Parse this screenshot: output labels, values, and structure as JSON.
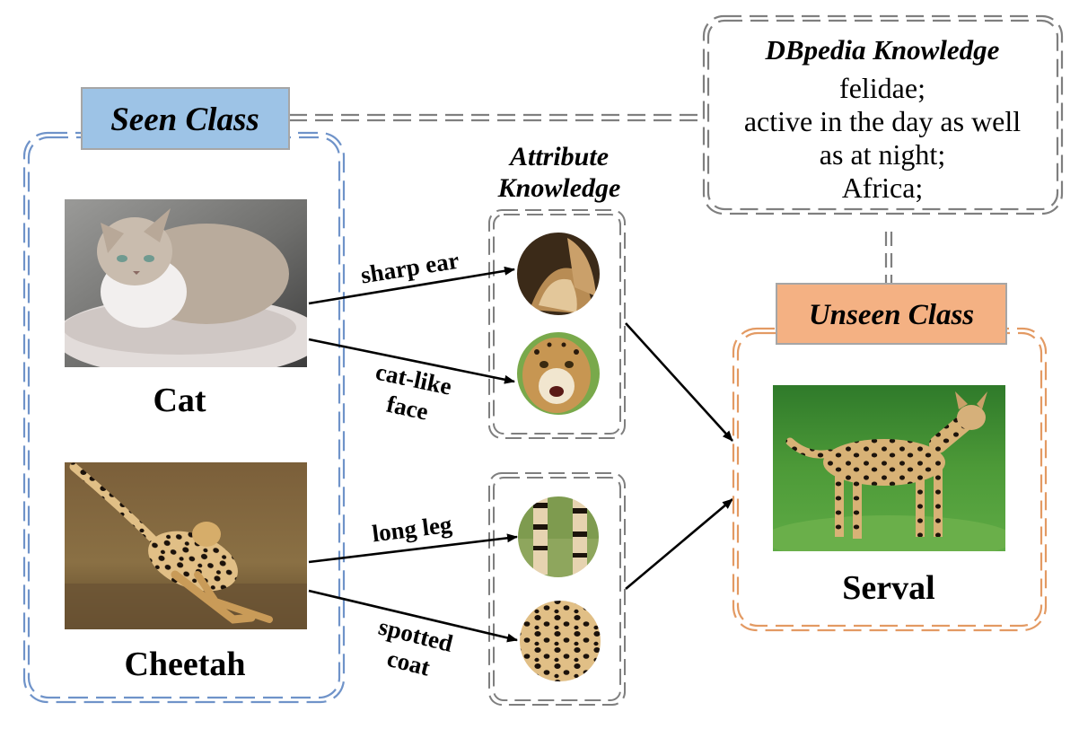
{
  "seen_class": {
    "title": "Seen Class",
    "title_bg": "#9dc3e6",
    "frame_color": "#6f93c9",
    "items": [
      {
        "label": "Cat",
        "image": "cat-photo"
      },
      {
        "label": "Cheetah",
        "image": "cheetah-photo"
      }
    ]
  },
  "attribute_knowledge": {
    "title_line1": "Attribute",
    "title_line2": "Knowledge",
    "frame_color": "#7f7f7f",
    "attributes": [
      {
        "label": "sharp ear",
        "image": "ear-closeup"
      },
      {
        "label_line1": "cat-like",
        "label_line2": "face",
        "image": "face-closeup"
      },
      {
        "label": "long leg",
        "image": "leg-closeup"
      },
      {
        "label_line1": "spotted",
        "label_line2": "coat",
        "image": "coat-closeup"
      }
    ]
  },
  "dbpedia_knowledge": {
    "title": "DBpedia Knowledge",
    "lines": [
      "felidae;",
      "active in the day as well",
      "as at night;",
      "Africa;"
    ],
    "frame_color": "#7f7f7f"
  },
  "unseen_class": {
    "title": "Unseen Class",
    "title_bg": "#f4b183",
    "frame_color": "#e39a63",
    "item": {
      "label": "Serval",
      "image": "serval-photo"
    }
  }
}
